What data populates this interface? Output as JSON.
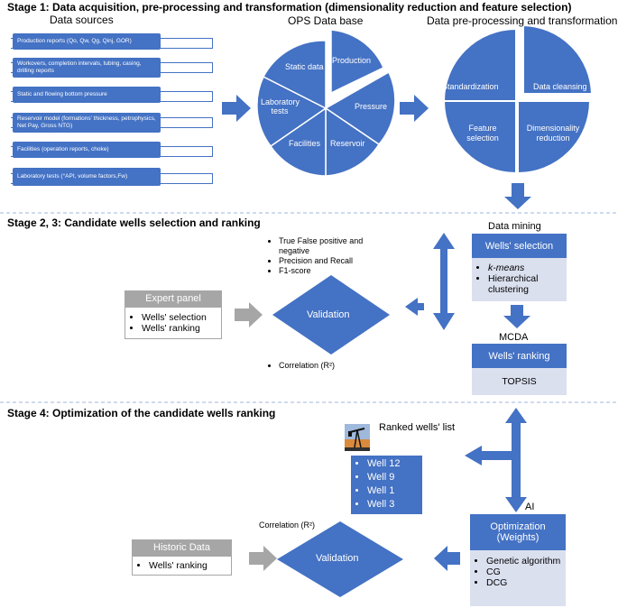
{
  "stage1": {
    "title": "Stage 1: Data acquisition, pre-processing and transformation (dimensionality reduction and feature selection)",
    "data_sources_title": "Data sources",
    "sources": [
      "Production reports (Qo, Qw, Qg, Qinj, GOR)",
      "Workovers, completion intervals, tubing, casing, drilling reports",
      "Static and flowing bottom pressure",
      "Reservoir model (formations' thickness, petrophysics, Net Pay, Gross NTG)",
      "Facilities (operation reports, choke)",
      "Laboratory tests (°API, volume factors,Fw)"
    ],
    "ops_title": "OPS Data base",
    "ops_slices": [
      "Production",
      "Pressure",
      "Reservoir",
      "Facilities",
      "Laboratory tests",
      "Static data"
    ],
    "prep_title": "Data pre-processing and transformation",
    "prep_slices": [
      "Data cleansing",
      "Dimensionality reduction",
      "Feature selection",
      "Standardization"
    ]
  },
  "stage23": {
    "title": "Stage 2, 3: Candidate wells selection and ranking",
    "bullets": [
      "True False positive and negative",
      "Precision and Recall",
      "F1-score"
    ],
    "correlation": "Correlation (R²)",
    "validation": "Validation",
    "expert_panel": {
      "title": "Expert panel",
      "items": [
        "Wells' selection",
        "Wells' ranking"
      ]
    },
    "data_mining_title": "Data mining",
    "wells_selection": {
      "title": "Wells' selection",
      "items": [
        "k-means",
        "Hierarchical clustering"
      ]
    },
    "mcda_title": "MCDA",
    "wells_ranking": {
      "title": "Wells' ranking",
      "method": "TOPSIS"
    }
  },
  "stage4": {
    "title": "Stage 4: Optimization of the candidate wells ranking",
    "ranked_title": "Ranked wells' list",
    "ranked_wells": [
      "Well 12",
      "Well 9",
      "Well 1",
      "Well 3"
    ],
    "correlation": "Correlation (R²)",
    "validation": "Validation",
    "historic": {
      "title": "Historic Data",
      "items": [
        "Wells' ranking"
      ]
    },
    "ai_title": "AI",
    "optimization": {
      "title": "Optimization (Weights)",
      "items": [
        "Genetic algorithm",
        "CG",
        "DCG"
      ]
    }
  },
  "colors": {
    "blue": "#4472c4",
    "lavender": "#dbe0ef",
    "gray": "#a6a6a6"
  }
}
